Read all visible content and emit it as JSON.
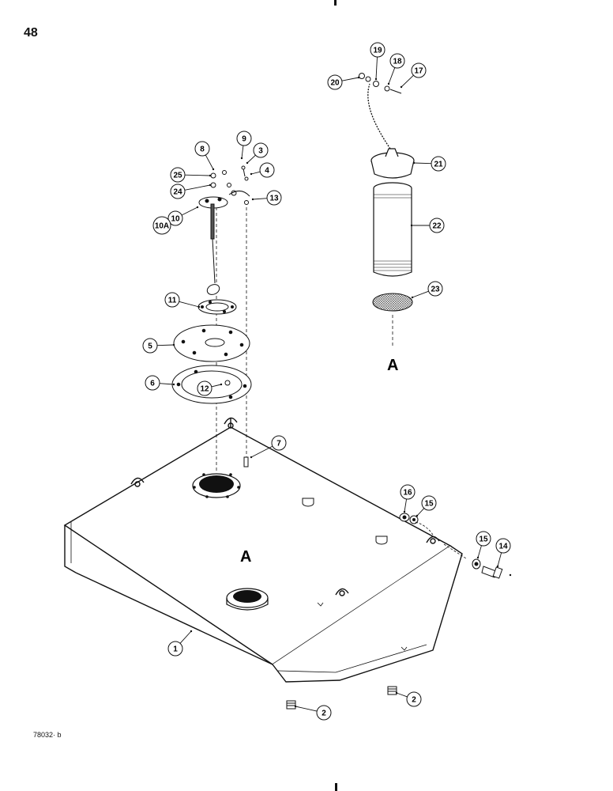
{
  "page": {
    "number": "48",
    "figure_code": "78032· b"
  },
  "section_labels": [
    "A",
    "A"
  ],
  "callouts": [
    "1",
    "2",
    "2",
    "3",
    "4",
    "5",
    "6",
    "7",
    "8",
    "9",
    "10",
    "10A",
    "11",
    "12",
    "13",
    "14",
    "15",
    "15",
    "16",
    "17",
    "18",
    "19",
    "20",
    "21",
    "22",
    "23",
    "24",
    "25"
  ]
}
